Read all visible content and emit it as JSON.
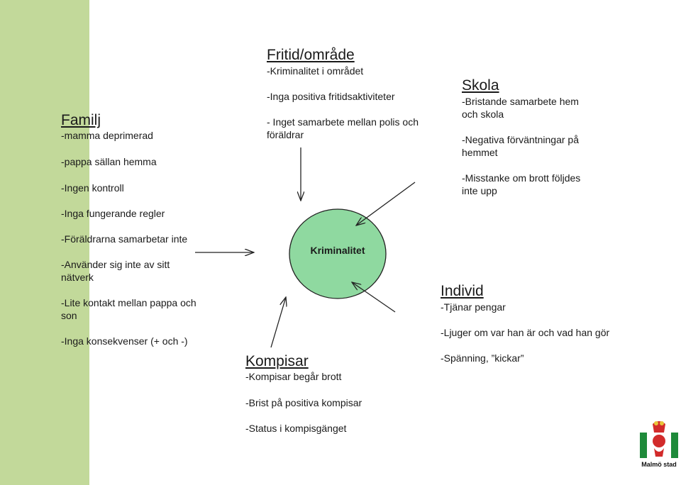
{
  "familj": {
    "title": "Familj",
    "items": [
      "-mamma deprimerad",
      "-pappa sällan hemma",
      "-Ingen kontroll",
      "-Inga fungerande regler",
      "-Föräldrarna samarbetar inte",
      "-Använder sig inte av sitt nätverk",
      "-Lite kontakt mellan pappa och son",
      "-Inga konsekvenser (+ och -)"
    ]
  },
  "fritid": {
    "title": "Fritid/område",
    "items": [
      "-Kriminalitet i området",
      "-Inga positiva fritidsaktiviteter",
      "- Inget samarbete mellan polis och föräldrar"
    ]
  },
  "skola": {
    "title": "Skola",
    "items": [
      "-Bristande samarbete hem och skola",
      "-Negativa förväntningar på hemmet",
      "-Misstanke om brott följdes inte upp"
    ]
  },
  "center": {
    "label": "Kriminalitet",
    "color": "#8fd9a0"
  },
  "individ": {
    "title": "Individ",
    "items": [
      "-Tjänar pengar",
      "-Ljuger om var han är och vad han gör",
      "-Spänning, ”kickar”"
    ]
  },
  "kompisar": {
    "title": "Kompisar",
    "items": [
      "-Kompisar begår brott",
      "-Brist på positiva kompisar",
      "-Status i kompisgänget"
    ]
  },
  "logo": {
    "text": "Malmö stad",
    "icon": "malmo-stad-crest-icon"
  },
  "colors": {
    "sidebar": "#c2d99a",
    "circle": "#8fd9a0"
  }
}
